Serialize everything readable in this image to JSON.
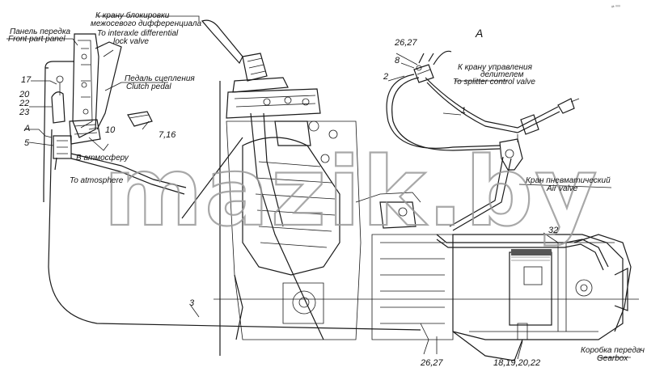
{
  "watermark": "mazik.by",
  "corner_mark": "ᵍᵏ ⁰⁰⁰",
  "view_label": "A",
  "labels": {
    "front_panel_ru": "Панель передка",
    "front_panel_en": "Front part panel",
    "interaxle_ru_1": "К крану блокировки",
    "interaxle_ru_2": "межосевого дифференциала",
    "interaxle_en_1": "To interaxle differential",
    "interaxle_en_2": "lock valve",
    "clutch_ru": "Педаль сцепления",
    "clutch_en": "Clutch pedal",
    "atmosphere_ru": "В атмосферу",
    "atmosphere_en": "To atmosphere",
    "splitter_ru_1": "К крану управления",
    "splitter_ru_2": "делителем",
    "splitter_en": "To splitter control valve",
    "air_valve_ru": "Кран пневматический",
    "air_valve_en": "Air valve",
    "gearbox_ru": "Коробка передач",
    "gearbox_en": "Gearbox"
  },
  "callouts": {
    "c17": "17",
    "c20": "20",
    "c22": "22",
    "c23": "23",
    "cA": "A",
    "c5": "5",
    "c10": "10",
    "c716": "7,16",
    "c2627_top": "26,27",
    "c8": "8",
    "c2": "2",
    "c1": "1",
    "c3": "3",
    "c32": "32",
    "c2627_bottom": "26,27",
    "c18": "18,19,20,22"
  }
}
